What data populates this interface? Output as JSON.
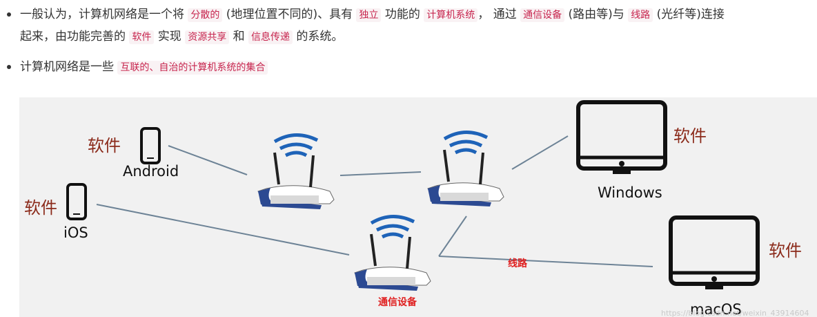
{
  "bullets": [
    {
      "line1": [
        {
          "t": "一般认为，计算机网络是一个将 "
        },
        {
          "t": "分散的",
          "code": true
        },
        {
          "t": " (地理位置不同的)、具有 "
        },
        {
          "t": "独立",
          "code": true
        },
        {
          "t": " 功能的 "
        },
        {
          "t": "计算机系统",
          "code": true
        },
        {
          "t": "， 通过 "
        },
        {
          "t": "通信设备",
          "code": true
        },
        {
          "t": " (路由等)与 "
        },
        {
          "t": "线路",
          "code": true
        },
        {
          "t": " (光纤等)连接"
        }
      ],
      "line2": [
        {
          "t": "起来，由功能完善的 "
        },
        {
          "t": "软件",
          "code": true
        },
        {
          "t": " 实现 "
        },
        {
          "t": "资源共享",
          "code": true
        },
        {
          "t": " 和 "
        },
        {
          "t": "信息传递",
          "code": true
        },
        {
          "t": " 的系统。"
        }
      ]
    },
    {
      "line1": [
        {
          "t": "计算机网络是一些 "
        },
        {
          "t": "互联的、自治的计算机系统的集合",
          "code": true
        }
      ]
    }
  ],
  "figure": {
    "software_label": "软件",
    "android_label": "Android",
    "ios_label": "iOS",
    "windows_label": "Windows",
    "macos_label": "macOS",
    "line_label": "线路",
    "device_label": "通信设备",
    "watermark": "https://blog.csdn.net/weixin_43914604",
    "colors": {
      "software": "#8b2a1a",
      "annotation": "#e02020",
      "router_blue": "#2c4a92",
      "signal": "#1e63b8"
    }
  }
}
